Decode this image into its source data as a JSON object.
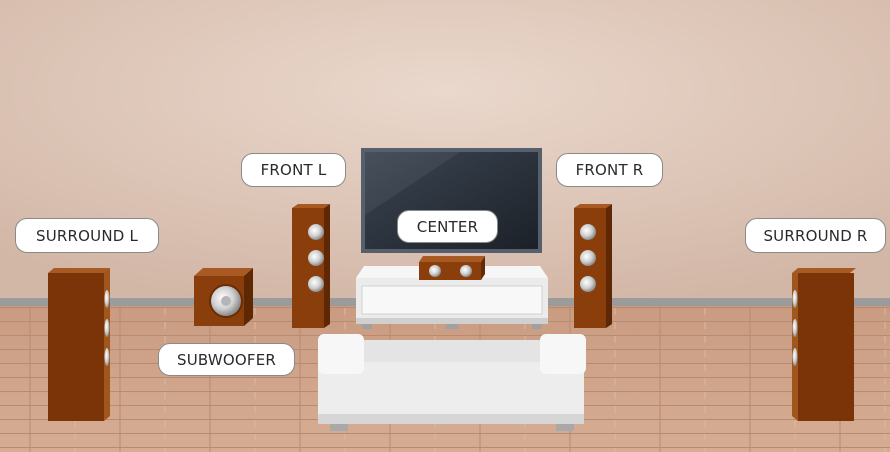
{
  "labels": {
    "front_l": "FRONT L",
    "front_r": "FRONT R",
    "center": "CENTER",
    "surround_l": "SURROUND L",
    "surround_r": "SURROUND R",
    "subwoofer": "SUBWOOFER"
  },
  "colors": {
    "wall_center": "#e7d3c6",
    "wall_edge": "#cfb3a3",
    "baseboard": "#9a9a9a",
    "floor": "#c89d84",
    "speaker_front": "#8a3e0c",
    "speaker_side": "#6a2c06",
    "tv_screen": "#2d3540",
    "furniture": "#eeeeee"
  }
}
